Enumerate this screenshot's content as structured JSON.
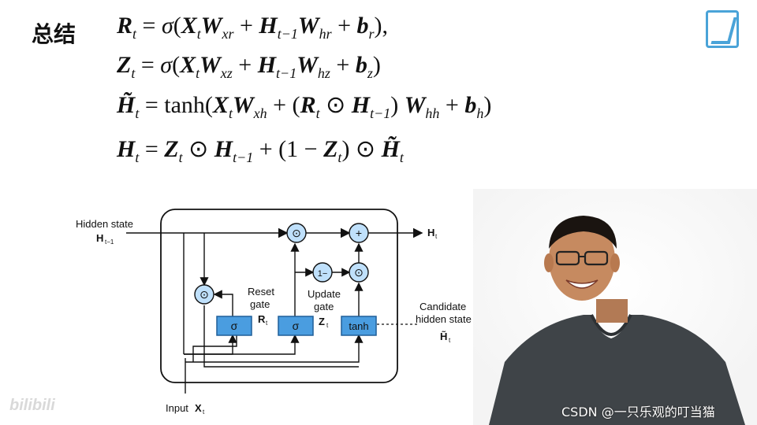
{
  "slide": {
    "title": "总结"
  },
  "equations": {
    "eq1": "R_t = σ(X_t W_xr + H_{t−1} W_hr + b_r),",
    "eq2": "Z_t = σ(X_t W_xz + H_{t−1} W_hz + b_z)",
    "eq3": "H̃_t = tanh(X_t W_xh + (R_t ⊙ H_{t−1}) W_hh + b_h)",
    "eq4": "H_t = Z_t ⊙ H_{t−1} + (1 − Z_t) ⊙ H̃_t"
  },
  "diagram": {
    "hidden_state_label": "Hidden state",
    "hidden_state_symbol": "H",
    "hidden_state_sub": "t−1",
    "output_symbol": "H",
    "output_sub": "t",
    "reset_gate_line1": "Reset",
    "reset_gate_line2": "gate",
    "reset_symbol": "R",
    "reset_sub": "t",
    "update_gate_line1": "Update",
    "update_gate_line2": "gate",
    "update_symbol": "Z",
    "update_sub": "t",
    "candidate_line1": "Candidate",
    "candidate_line2": "hidden state",
    "candidate_symbol": "H̃",
    "candidate_sub": "t",
    "input_label": "Input",
    "input_symbol": "X",
    "input_sub": "t",
    "sigma_label": "σ",
    "tanh_label": "tanh",
    "one_minus_label": "1−",
    "plus_label": "+",
    "mul_label": "⊙"
  },
  "colors": {
    "gate_fill": "#4a9de0",
    "gate_stroke": "#1f5f99",
    "node_fill": "#bfe0fb",
    "line": "#111111"
  },
  "watermarks": {
    "bilibili": "bilibili",
    "csdn": "CSDN @一只乐观的叮当猫"
  }
}
